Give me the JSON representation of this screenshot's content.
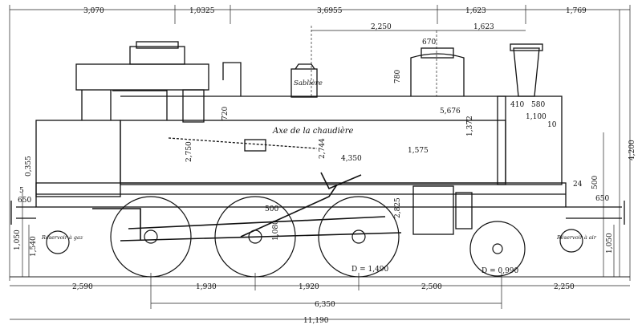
{
  "drawing": {
    "labels": {
      "sabliere": "Sablière",
      "axe_chaudiere": "Axe de la chaudière",
      "reservoir_gaz": "Réservoir à gaz",
      "reservoir_air": "Réservoir à air"
    },
    "top_dims": [
      "3,070",
      "1,0325",
      "3,6955",
      "1,623",
      "1,769"
    ],
    "upper_dims": [
      "2,250",
      "1,623",
      "670",
      "780",
      "720",
      "5,676",
      "410",
      "580",
      "1,100",
      "10",
      "1,372",
      "1,575",
      "4,350",
      "2,744",
      "500",
      "2,825",
      "1,080",
      "2,750",
      "0,355",
      "5",
      "650",
      "24",
      "500",
      "650"
    ],
    "bottom_dims": [
      "2,590",
      "1,930",
      "1,920",
      "2,500",
      "2,250"
    ],
    "overall_dims": [
      "6,350",
      "11,190"
    ],
    "height_dims": [
      "4,200",
      "1,050",
      "1,540",
      "1,050"
    ],
    "wheel_dims": [
      "D = 1,490",
      "D = 0,990"
    ]
  }
}
